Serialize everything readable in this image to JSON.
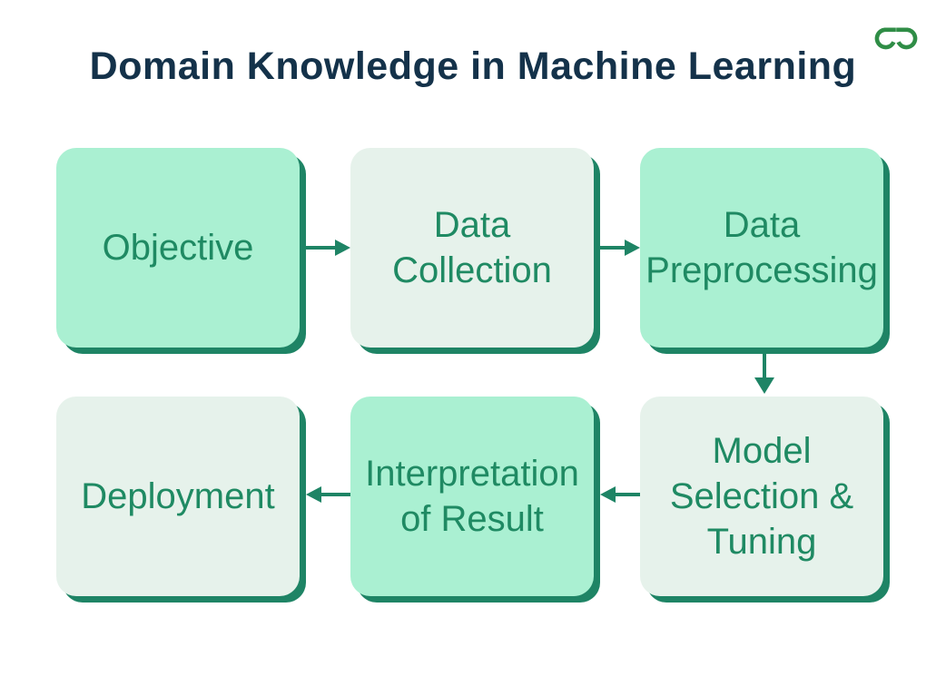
{
  "page": {
    "title": "Domain Knowledge in Machine Learning"
  },
  "logo": {
    "name": "GeeksforGeeks",
    "color": "#2f8d46"
  },
  "flow": {
    "nodes": [
      {
        "id": "objective",
        "label": "Objective",
        "variant": "mint"
      },
      {
        "id": "data-collection",
        "label": "Data\nCollection",
        "variant": "light"
      },
      {
        "id": "data-preprocessing",
        "label": "Data\nPreprocessing",
        "variant": "mint"
      },
      {
        "id": "model-selection-tuning",
        "label": "Model\nSelection &\nTuning",
        "variant": "light"
      },
      {
        "id": "interpretation-of-result",
        "label": "Interpretation\nof Result",
        "variant": "mint"
      },
      {
        "id": "deployment",
        "label": "Deployment",
        "variant": "light"
      }
    ],
    "edges": [
      {
        "from": "objective",
        "to": "data-collection",
        "direction": "right"
      },
      {
        "from": "data-collection",
        "to": "data-preprocessing",
        "direction": "right"
      },
      {
        "from": "data-preprocessing",
        "to": "model-selection-tuning",
        "direction": "down"
      },
      {
        "from": "model-selection-tuning",
        "to": "interpretation-of-result",
        "direction": "left"
      },
      {
        "from": "interpretation-of-result",
        "to": "deployment",
        "direction": "left"
      }
    ],
    "colors": {
      "mint_fill": "#aaf0d2",
      "light_fill": "#e6f2eb",
      "shadow_and_arrows": "#1e8465",
      "node_text": "#1f8a63",
      "title_text": "#14324a",
      "background": "#ffffff"
    }
  }
}
